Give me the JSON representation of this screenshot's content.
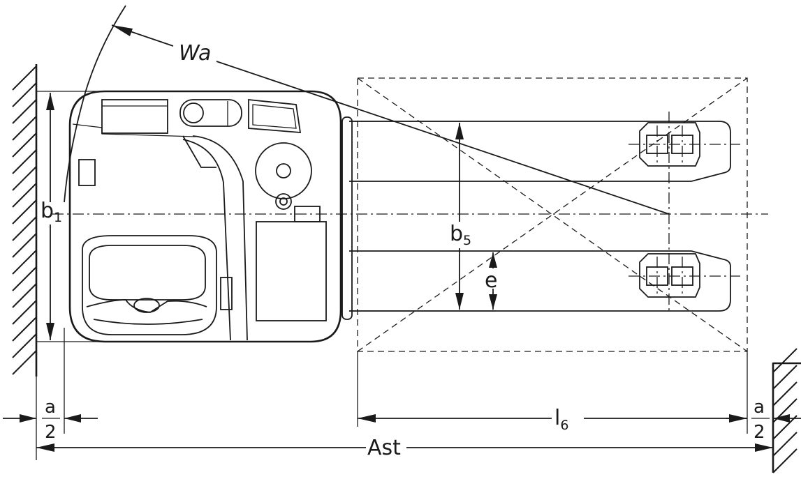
{
  "labels": {
    "turning_radius": "Wa",
    "overall_width": {
      "main": "b",
      "sub": "1"
    },
    "fork_spread": {
      "main": "b",
      "sub": "5"
    },
    "fork_width": "e",
    "load_length": {
      "main": "l",
      "sub": "6"
    },
    "aisle_width": "Ast",
    "clearance_left": {
      "num": "a",
      "den": "2"
    },
    "clearance_right": {
      "num": "a",
      "den": "2"
    }
  }
}
